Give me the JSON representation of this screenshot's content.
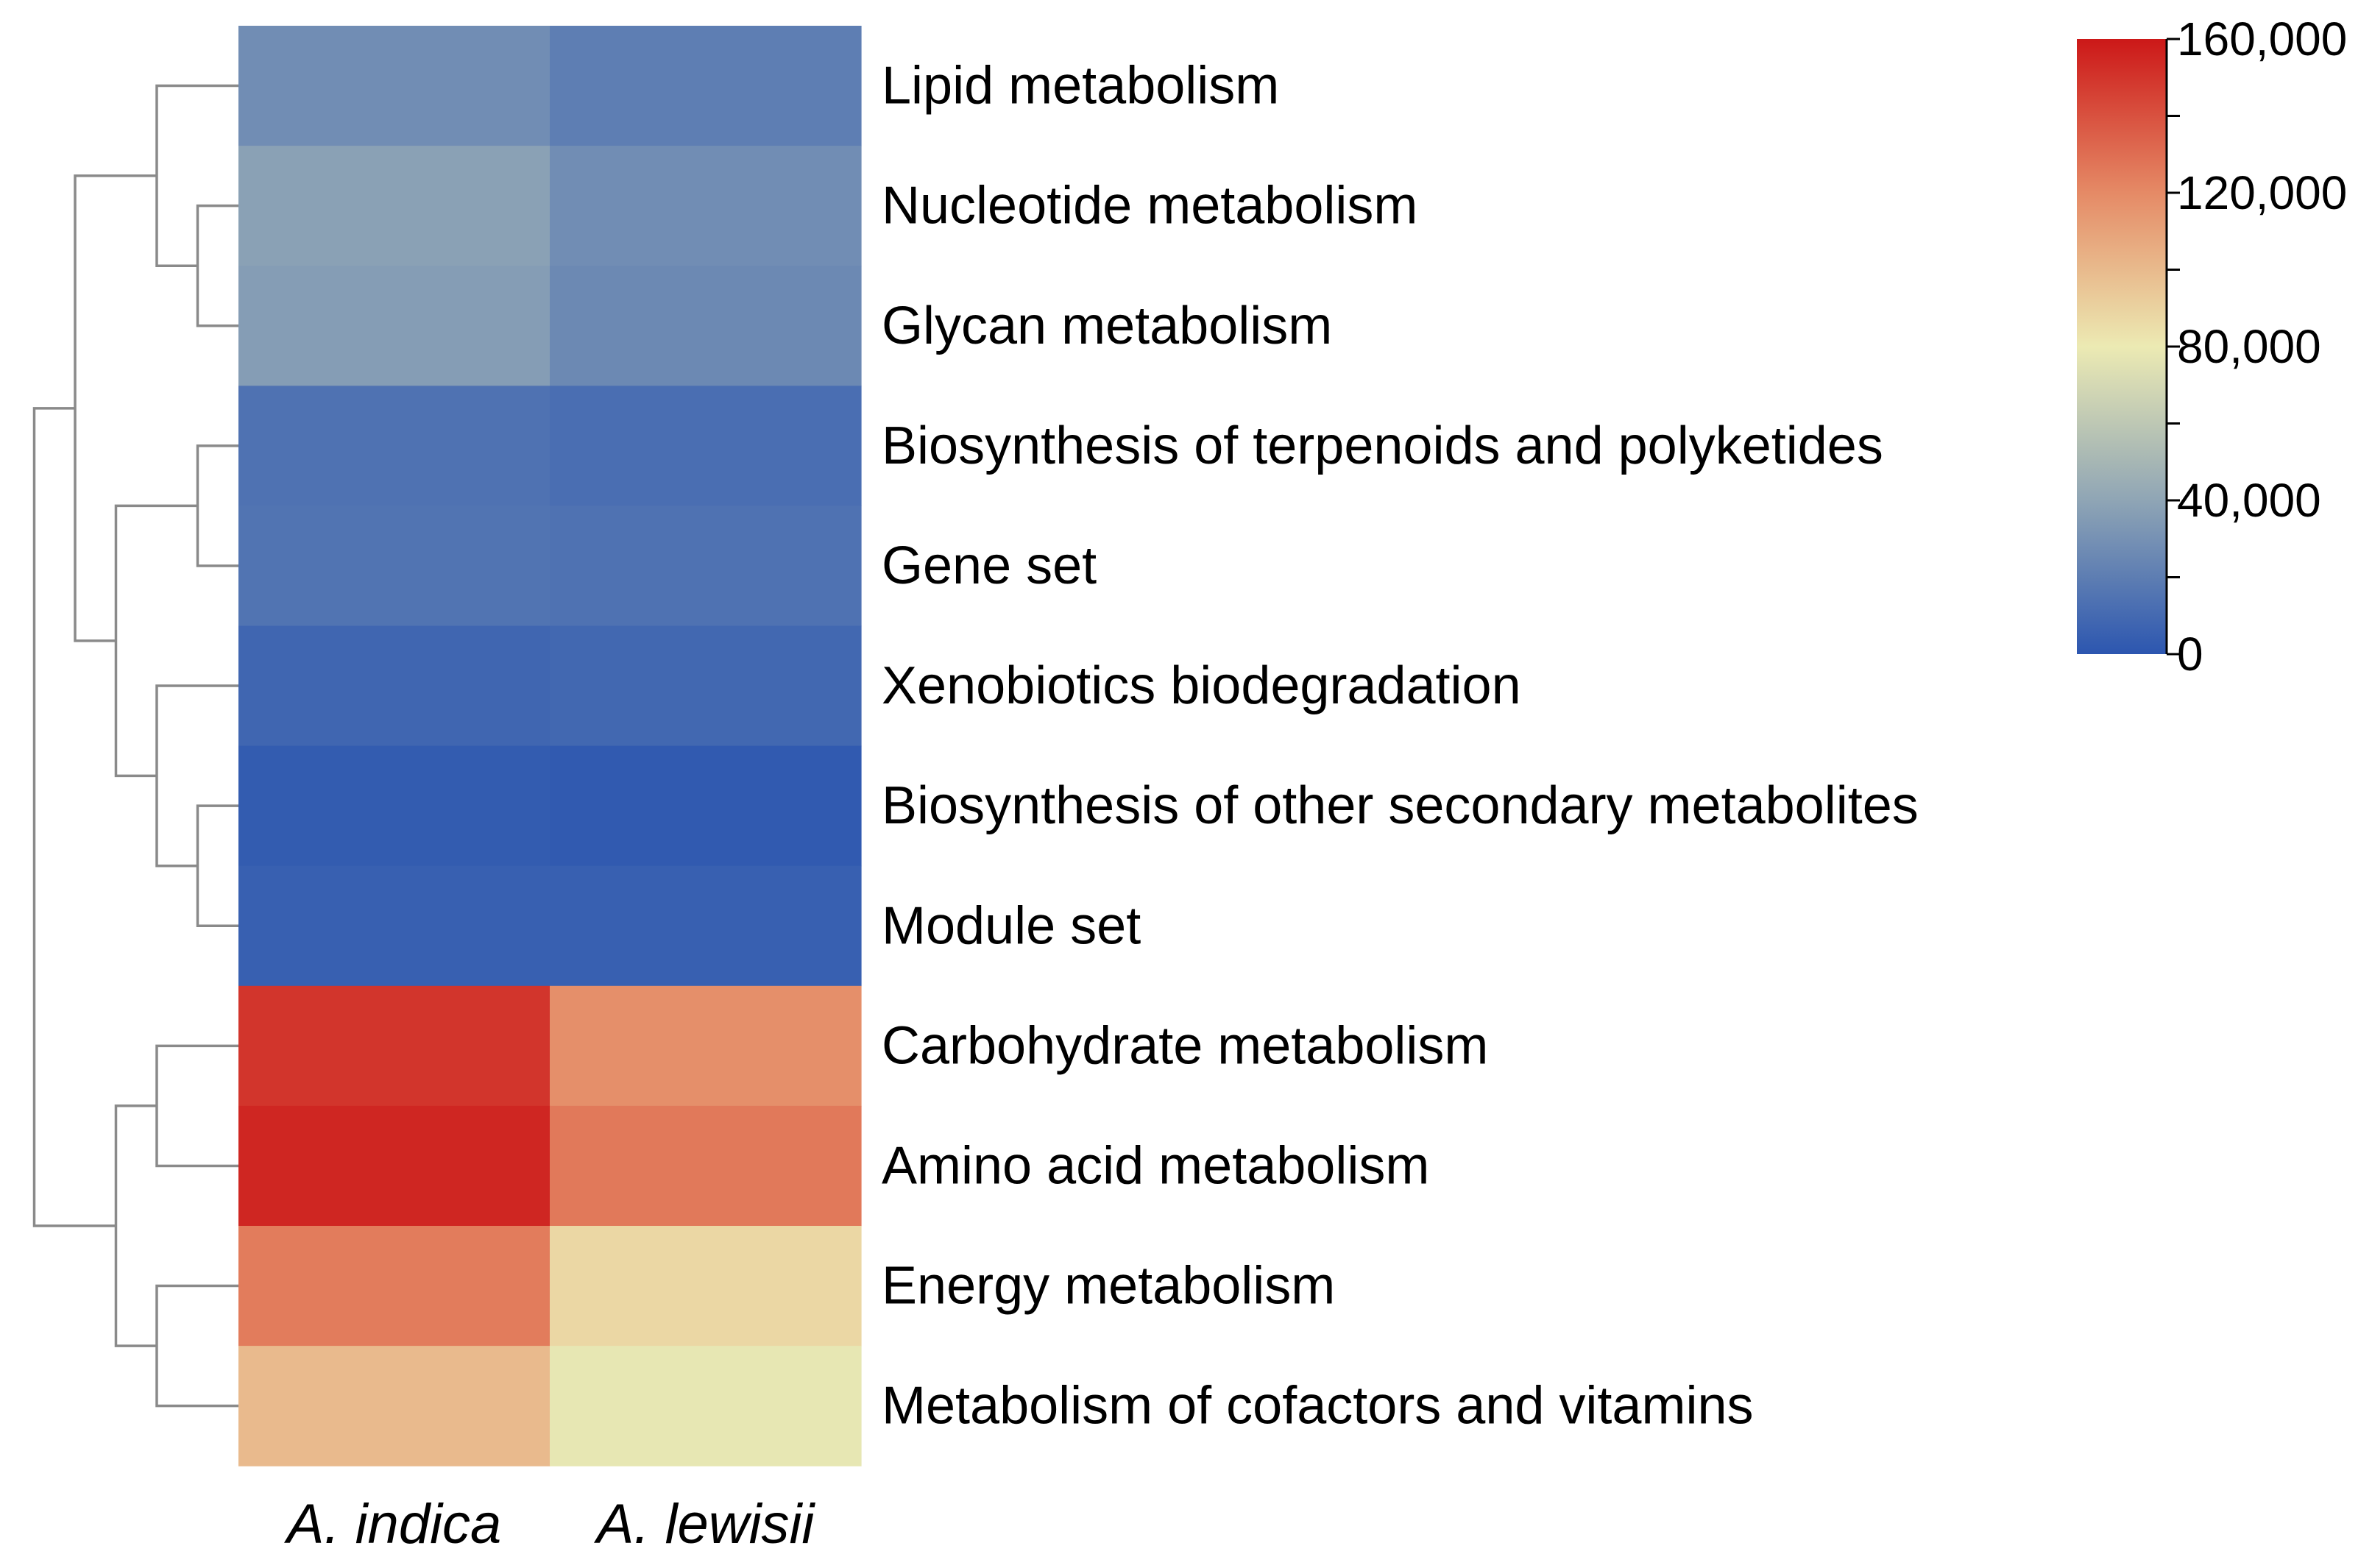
{
  "chart_data": {
    "type": "heatmap",
    "columns": [
      "A. indica",
      "A. lewisii"
    ],
    "rows": [
      "Lipid metabolism",
      "Nucleotide metabolism",
      "Glycan metabolism",
      "Biosynthesis of terpenoids and polyketides",
      "Gene set",
      "Xenobiotics biodegradation",
      "Biosynthesis of other secondary metabolites",
      "Module set",
      "Carbohydrate metabolism",
      "Amino acid metabolism",
      "Energy metabolism",
      "Metabolism of cofactors and vitamins"
    ],
    "values": [
      [
        28000,
        20000
      ],
      [
        38000,
        28000
      ],
      [
        36000,
        26000
      ],
      [
        14000,
        12000
      ],
      [
        15000,
        14000
      ],
      [
        8000,
        9000
      ],
      [
        3000,
        2000
      ],
      [
        5000,
        5000
      ],
      [
        150000,
        118000
      ],
      [
        155000,
        126000
      ],
      [
        125000,
        88000
      ],
      [
        100000,
        78000
      ]
    ],
    "colorbar": {
      "min": 0,
      "max": 160000,
      "ticks": [
        0,
        40000,
        80000,
        120000,
        160000
      ],
      "tick_labels": [
        "0",
        "40,000",
        "80,000",
        "120,000",
        "160,000"
      ],
      "minor_step": 20000,
      "colors": [
        "#2c56b0",
        "#8fa5b5",
        "#eceab3",
        "#e58a66",
        "#cc1818"
      ]
    },
    "dendrogram": {
      "leaf_order": [
        0,
        1,
        2,
        3,
        4,
        5,
        6,
        7,
        8,
        9,
        10,
        11
      ],
      "merges": [
        [
          1,
          2
        ],
        [
          0,
          12
        ],
        [
          3,
          4
        ],
        [
          6,
          7
        ],
        [
          5,
          15
        ],
        [
          14,
          16
        ],
        [
          13,
          17
        ],
        [
          8,
          9
        ],
        [
          10,
          11
        ],
        [
          19,
          20
        ],
        [
          18,
          21
        ]
      ]
    },
    "line_color": "#8a8a8a"
  }
}
